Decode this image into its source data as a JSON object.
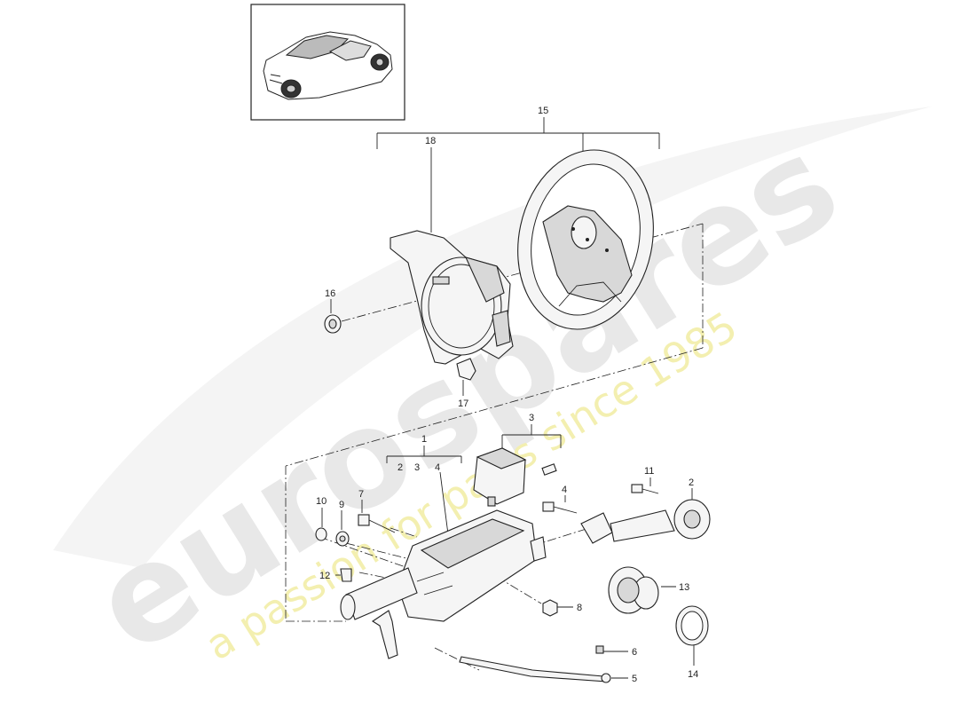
{
  "watermark": {
    "brand": "eurospares",
    "tagline": "a passion for parts since 1985"
  },
  "thumbnail": {
    "icon": "convertible-car-icon"
  },
  "callouts": {
    "c1": "1",
    "c2a": "2",
    "c3a": "3",
    "c4a": "4",
    "c2": "2",
    "c3": "3",
    "c4": "4",
    "c5": "5",
    "c6": "6",
    "c7": "7",
    "c8": "8",
    "c9": "9",
    "c10": "10",
    "c11": "11",
    "c12": "12",
    "c13": "13",
    "c14": "14",
    "c15": "15",
    "c16": "16",
    "c17": "17",
    "c18": "18"
  }
}
